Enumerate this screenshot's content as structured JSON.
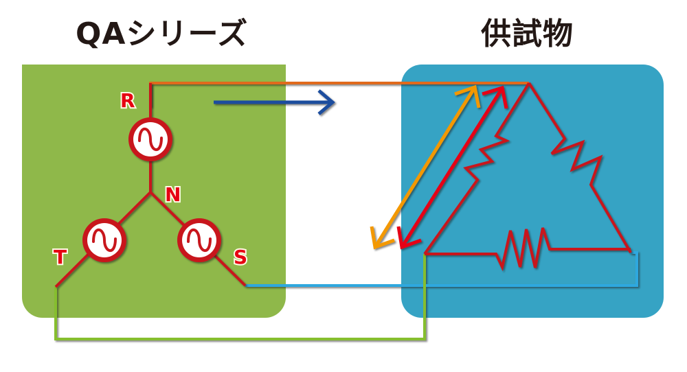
{
  "titles": {
    "source": "QAシリーズ",
    "load": "供試物"
  },
  "source_panel": {
    "color": "#8fb84a",
    "phases": [
      {
        "label": "R",
        "icon": "ac-source-icon"
      },
      {
        "label": "S",
        "icon": "ac-source-icon"
      },
      {
        "label": "T",
        "icon": "ac-source-icon"
      }
    ],
    "neutral_label": "N"
  },
  "load_panel": {
    "color": "#36a3c4",
    "connection": "delta",
    "resistors": 3
  },
  "wires": {
    "R": "#e06a1a",
    "S": "#2fa8df",
    "T": "#86be2e",
    "internal": "#c8141e"
  },
  "arrows": {
    "flow": "#1f4e9e",
    "bidirectional_a": "#f39800",
    "bidirectional_b": "#e60012"
  }
}
